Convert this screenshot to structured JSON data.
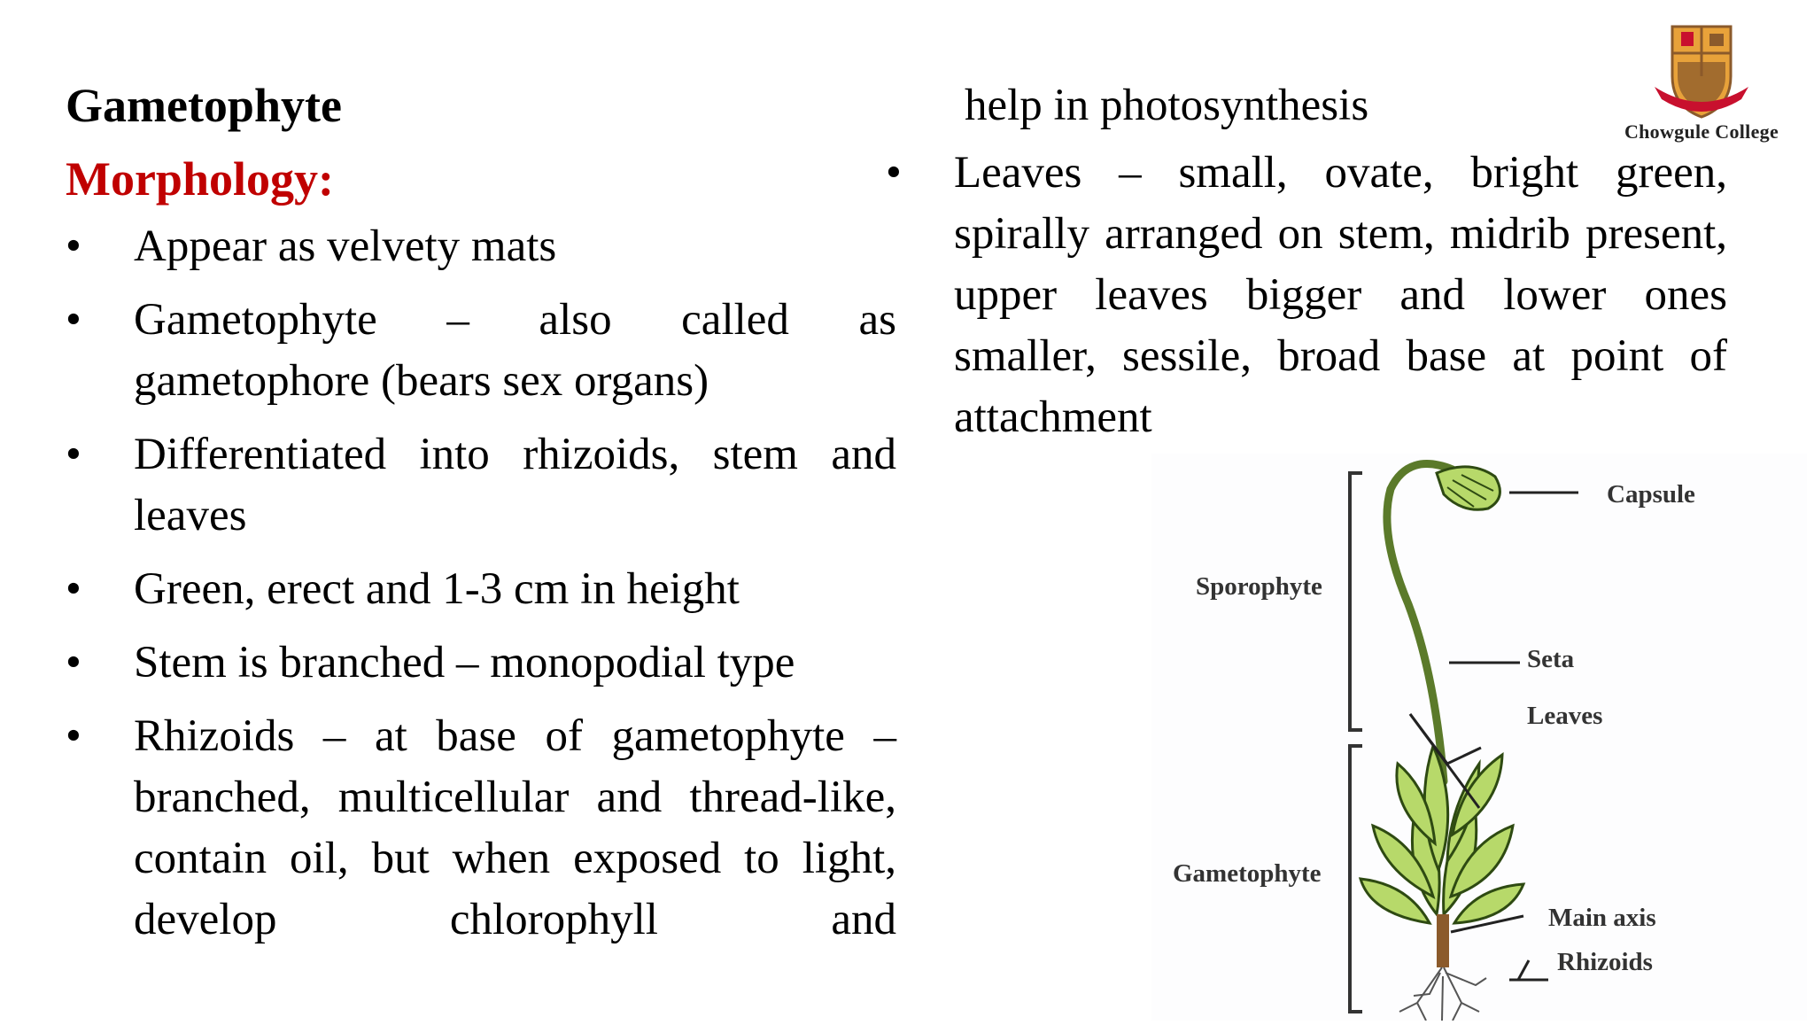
{
  "slide": {
    "title": "Gametophyte",
    "subtitle": "Morphology:",
    "bullet_symbol": "•",
    "left_bullets": [
      "Appear as velvety mats",
      "Gametophyte – also called as gametophore (bears sex organs)",
      "Differentiated into rhizoids, stem and leaves",
      "Green, erect and 1-3 cm in height",
      "Stem is branched – monopodial type",
      "Rhizoids – at base of gametophyte – branched, multicellular and thread-like, contain oil, but when exposed to light, develop chlorophyll and"
    ],
    "right_continuation": "help in photosynthesis",
    "right_bullets": [
      "Leaves – small, ovate, bright green, spirally arranged on stem, midrib present, upper leaves bigger and lower ones smaller, sessile, broad base at point of attachment"
    ]
  },
  "logo": {
    "caption": "Chowgule College",
    "colors": {
      "shield": "#E8A23A",
      "ribbon": "#C8102E",
      "brown": "#8B5A2B"
    }
  },
  "diagram": {
    "labels": {
      "capsule": "Capsule",
      "sporophyte": "Sporophyte",
      "seta": "Seta",
      "leaves": "Leaves",
      "gametophyte": "Gametophyte",
      "main_axis": "Main axis",
      "rhizoids": "Rhizoids"
    },
    "colors": {
      "leaf_fill": "#B7D96A",
      "leaf_stroke": "#2E4A12",
      "seta": "#5B7A2A",
      "rhizoid": "#555555",
      "axis": "#8B5A2B"
    }
  },
  "colors": {
    "subtitle": "#C00000",
    "text": "#000000",
    "background": "#FFFFFF"
  }
}
